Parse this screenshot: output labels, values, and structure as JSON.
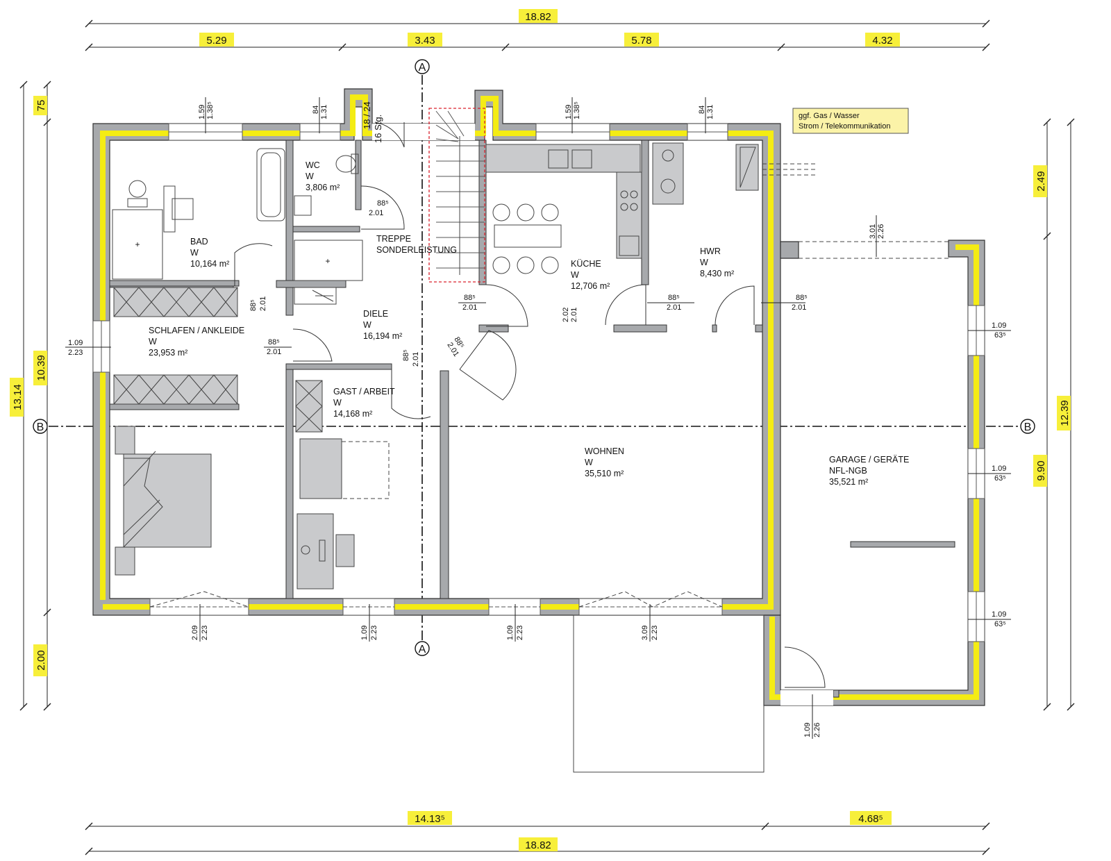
{
  "dimensions": {
    "top_total": "18.82",
    "top_segments": [
      "5.29",
      "3.43",
      "5.78",
      "4.32"
    ],
    "bottom_segments": [
      "14.13⁵",
      "4.68⁵"
    ],
    "bottom_total": "18.82",
    "left_total": "13.14",
    "left_segments": [
      "75",
      "10.39",
      "2.00"
    ],
    "right_outer": "12.39",
    "right_segments": [
      "2.49",
      "9.90"
    ]
  },
  "rooms": {
    "bad": {
      "name": "BAD",
      "use": "W",
      "area": "10,164 m²"
    },
    "wc": {
      "name": "WC",
      "use": "W",
      "area": "3,806 m²"
    },
    "treppe": {
      "name": "TREPPE",
      "note": "SONDERLEISTUNG"
    },
    "kueche": {
      "name": "KÜCHE",
      "use": "W",
      "area": "12,706 m²"
    },
    "hwr": {
      "name": "HWR",
      "use": "W",
      "area": "8,430 m²"
    },
    "schlafen": {
      "name": "SCHLAFEN / ANKLEIDE",
      "use": "W",
      "area": "23,953 m²"
    },
    "diele": {
      "name": "DIELE",
      "use": "W",
      "area": "16,194 m²"
    },
    "gast": {
      "name": "GAST / ARBEIT",
      "use": "W",
      "area": "14,168 m²"
    },
    "wohnen": {
      "name": "WOHNEN",
      "use": "W",
      "area": "35,510 m²"
    },
    "garage": {
      "name": "GARAGE / GERÄTE",
      "use": "NFL-NGB",
      "area": "35,521 m²"
    }
  },
  "note": {
    "line1": "ggf. Gas / Wasser",
    "line2": "Strom / Telekommunikation"
  },
  "stairs": {
    "line1": "18 / 24",
    "line2": "16 Stg."
  },
  "sections": {
    "a": "A",
    "b": "B"
  },
  "openings": {
    "win_bad": {
      "w": "1.59",
      "h": "1.38⁵"
    },
    "win_wc": {
      "w": "84",
      "h": "1.31"
    },
    "win_kueche": {
      "w": "1.59",
      "h": "1.38⁵"
    },
    "win_hwr": {
      "w": "84",
      "h": "1.31"
    },
    "garage_top": {
      "w": "3.01",
      "h": "2.26"
    },
    "door_wc": {
      "w": "88⁵",
      "h": "2.01"
    },
    "door_bad": {
      "w": "88⁵",
      "h": "2.01"
    },
    "door_kueche": {
      "w": "88⁵",
      "h": "2.01"
    },
    "door_hwr": {
      "w": "88⁵",
      "h": "2.01"
    },
    "door_garage": {
      "w": "88⁵",
      "h": "2.01"
    },
    "door_schlafen": {
      "w": "88⁵",
      "h": "2.01"
    },
    "door_diele_w": {
      "w": "88⁵",
      "h": "2.01"
    },
    "door_diele_e": {
      "w": "88⁵",
      "h": "2.01"
    },
    "kueche_open": {
      "w": "2.02",
      "h": "2.01"
    },
    "win_schlafen_side": {
      "w": "1.09",
      "h": "2.23"
    },
    "win_g1": {
      "w": "1.09",
      "h": "63⁵"
    },
    "win_g2": {
      "w": "1.09",
      "h": "63⁵"
    },
    "win_g3": {
      "w": "1.09",
      "h": "63⁵"
    },
    "bot1": {
      "w": "2.09",
      "h": "2.23"
    },
    "bot2": {
      "w": "1.09",
      "h": "2.23"
    },
    "bot3": {
      "w": "1.09",
      "h": "2.23"
    },
    "bot4": {
      "w": "3.09",
      "h": "2.23"
    },
    "door_garage_side": {
      "w": "1.09",
      "h": "2.26"
    }
  }
}
